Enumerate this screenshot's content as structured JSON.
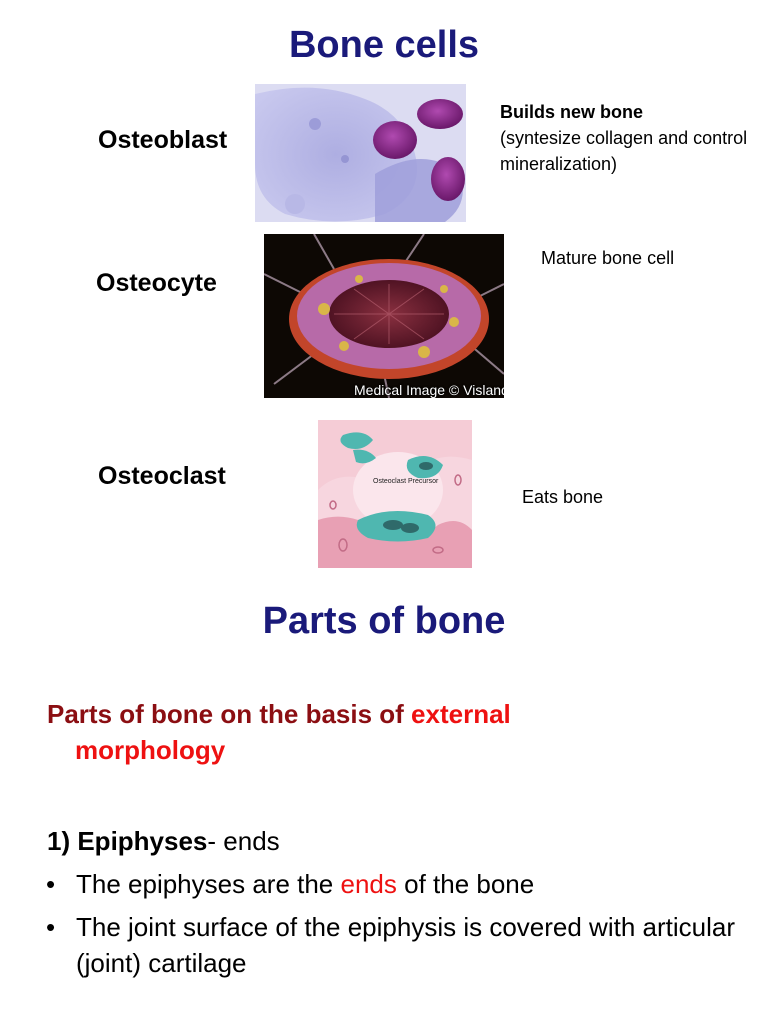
{
  "section1": {
    "title": "Bone cells",
    "cells": [
      {
        "name": "Osteoblast",
        "desc_bold": "Builds new bone",
        "desc_rest": "(syntesize collagen and control mineralization)"
      },
      {
        "name": "Osteocyte",
        "desc": "Mature bone cell",
        "watermark": "Medical Image © Visland"
      },
      {
        "name": "Osteoclast",
        "desc": "Eats bone",
        "diagram_label": "Osteoclast Precursor"
      }
    ]
  },
  "section2": {
    "title": "Parts of bone",
    "subtitle_part1": "Parts of bone on the basis of ",
    "subtitle_highlight": "external",
    "subtitle_part2": "morphology",
    "heading_bold": "1) Epiphyses",
    "heading_rest": "- ends",
    "bullet_symbol": "•",
    "bullet1_part1": "The epiphyses are the ",
    "bullet1_highlight": "ends",
    "bullet1_part2": " of the bone",
    "bullet2": "The joint surface of the epiphysis is covered with articular (joint) cartilage"
  },
  "colors": {
    "title": "#1a1a7a",
    "subtitle": "#8b0e12",
    "highlight": "#ee1111"
  }
}
